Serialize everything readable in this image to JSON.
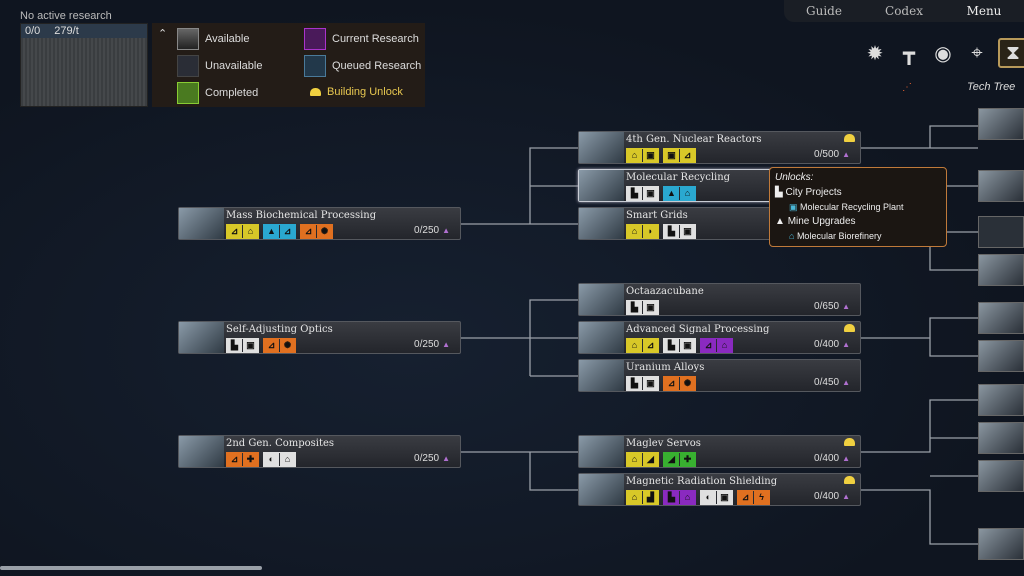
{
  "status": "No active research",
  "preview": {
    "progress": "0/0",
    "rate": "279/t"
  },
  "legend": {
    "available": "Available",
    "unavailable": "Unavailable",
    "completed": "Completed",
    "current": "Current Research",
    "queued": "Queued Research",
    "building": "Building Unlock"
  },
  "nav": {
    "guide": "Guide",
    "codex": "Codex",
    "menu": "Menu"
  },
  "view_label": "Tech Tree",
  "nodes": [
    {
      "name": "Mass Biochemical Processing",
      "cost": "0/250",
      "building": false
    },
    {
      "name": "Self-Adjusting Optics",
      "cost": "0/250",
      "building": false
    },
    {
      "name": "2nd Gen. Composites",
      "cost": "0/250",
      "building": false
    },
    {
      "name": "4th Gen. Nuclear Reactors",
      "cost": "0/500",
      "building": true
    },
    {
      "name": "Molecular Recycling",
      "cost": "",
      "building": false
    },
    {
      "name": "Smart Grids",
      "cost": "",
      "building": false
    },
    {
      "name": "Octaazacubane",
      "cost": "0/650",
      "building": false
    },
    {
      "name": "Advanced Signal Processing",
      "cost": "0/400",
      "building": true
    },
    {
      "name": "Uranium Alloys",
      "cost": "0/450",
      "building": false
    },
    {
      "name": "Maglev Servos",
      "cost": "0/400",
      "building": true
    },
    {
      "name": "Magnetic Radiation Shielding",
      "cost": "0/400",
      "building": true
    }
  ],
  "tooltip": {
    "title": "Unlocks:",
    "cat1": "City Projects",
    "item1": "Molecular Recycling Plant",
    "cat2": "Mine Upgrades",
    "item2": "Molecular Biorefinery"
  },
  "colors": {
    "yellow": "#d8c828",
    "white": "#e0e0e0",
    "cyan": "#2aa8d0",
    "orange": "#e07020",
    "purple": "#8a2ac0",
    "green": "#38b030",
    "gray": "#999999"
  }
}
